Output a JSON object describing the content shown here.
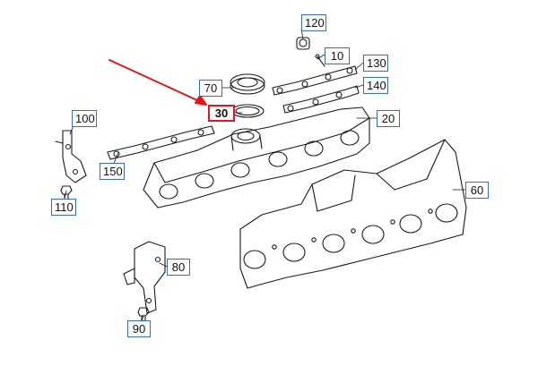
{
  "diagram": {
    "callouts": [
      {
        "id": "c120",
        "label": "120"
      },
      {
        "id": "c10",
        "label": "10"
      },
      {
        "id": "c130",
        "label": "130"
      },
      {
        "id": "c140",
        "label": "140"
      },
      {
        "id": "c70",
        "label": "70"
      },
      {
        "id": "c30",
        "label": "30",
        "highlighted": true
      },
      {
        "id": "c20",
        "label": "20"
      },
      {
        "id": "c100",
        "label": "100"
      },
      {
        "id": "c150",
        "label": "150"
      },
      {
        "id": "c110",
        "label": "110"
      },
      {
        "id": "c60",
        "label": "60"
      },
      {
        "id": "c80",
        "label": "80"
      },
      {
        "id": "c90",
        "label": "90"
      }
    ],
    "colors": {
      "line": "#1a1a1a",
      "callout_border": "#3a6fa8",
      "highlight": "#e0161b"
    }
  }
}
